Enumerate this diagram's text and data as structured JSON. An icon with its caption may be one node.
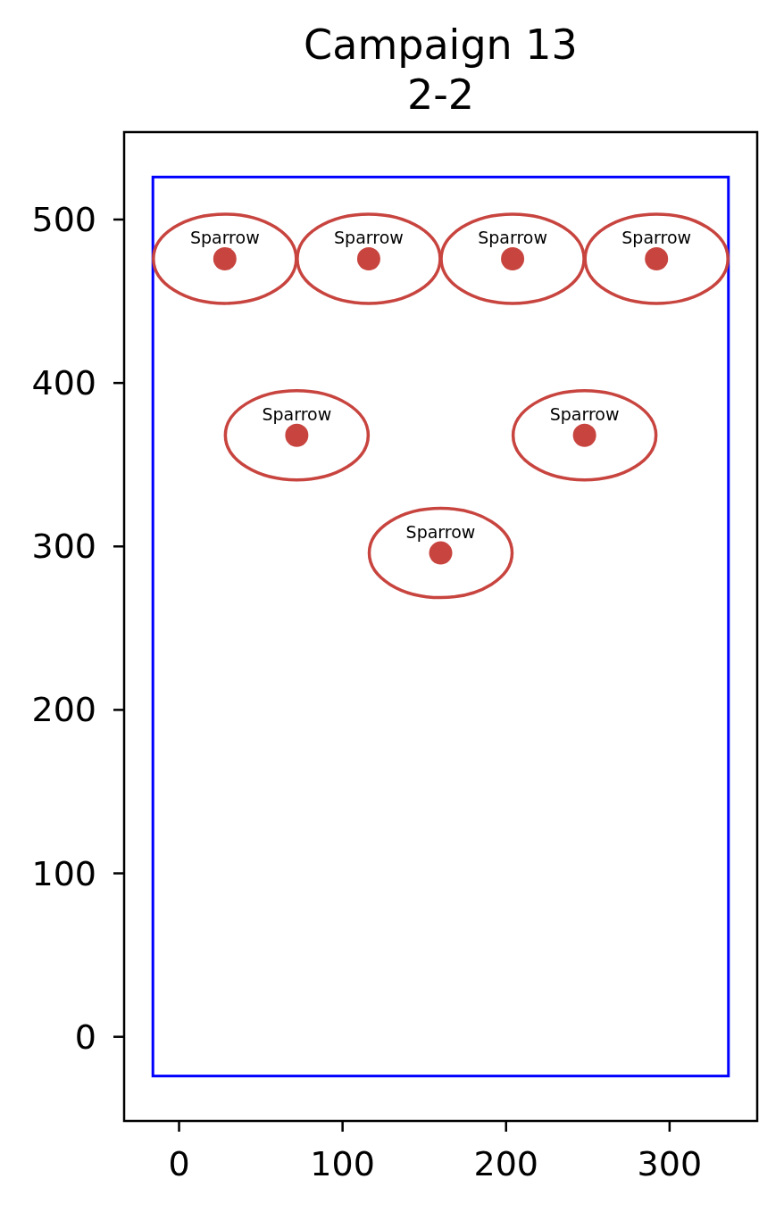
{
  "diagram": {
    "chart_data": {
      "type": "scatter",
      "title": "Campaign 13 2-2",
      "x": [
        28,
        116,
        204,
        292,
        72,
        248,
        160
      ],
      "series": [
        {
          "color": "#c8443f",
          "values": [
            476,
            476,
            476,
            476,
            368,
            368,
            296
          ]
        }
      ],
      "xlim": [
        -33.6,
        353.6
      ],
      "ylim": [
        -51.5,
        553.5
      ],
      "xticks": [
        0,
        100,
        200,
        300
      ],
      "yticks": [
        0,
        100,
        200,
        300,
        400,
        500
      ],
      "annotations": [
        {
          "text": "Sparrow",
          "x": 28,
          "y": 476
        },
        {
          "text": "Sparrow",
          "x": 116,
          "y": 476
        },
        {
          "text": "Sparrow",
          "x": 204,
          "y": 476
        },
        {
          "text": "Sparrow",
          "x": 292,
          "y": 476
        },
        {
          "text": "Sparrow",
          "x": 72,
          "y": 368
        },
        {
          "text": "Sparrow",
          "x": 248,
          "y": 368
        },
        {
          "text": "Sparrow",
          "x": 160,
          "y": 296
        }
      ]
    }
  }
}
